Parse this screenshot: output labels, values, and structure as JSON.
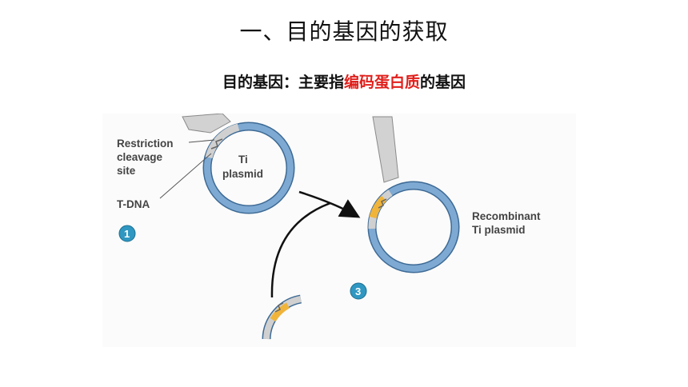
{
  "slide": {
    "title": "一、目的基因的获取",
    "subtitle_prefix": "目的基因：主要指",
    "subtitle_highlight": "编码蛋白质",
    "subtitle_suffix": "的基因"
  },
  "figure": {
    "label_restriction_1": "Restriction",
    "label_restriction_2": "cleavage",
    "label_restriction_3": "site",
    "label_tdna": "T-DNA",
    "label_ti_1": "Ti",
    "label_ti_2": "plasmid",
    "label_recomb_1": "Recombinant",
    "label_recomb_2": "Ti plasmid",
    "step_1": "1",
    "step_3": "3"
  },
  "colors": {
    "plasmid_blue": "#6f9cc8",
    "plasmid_outline": "#3d6a95",
    "insert_orange": "#f0b43a",
    "tdna_gray": "#cfcfcf",
    "step_teal": "#2f97c1",
    "highlight_red": "#e0201c"
  }
}
